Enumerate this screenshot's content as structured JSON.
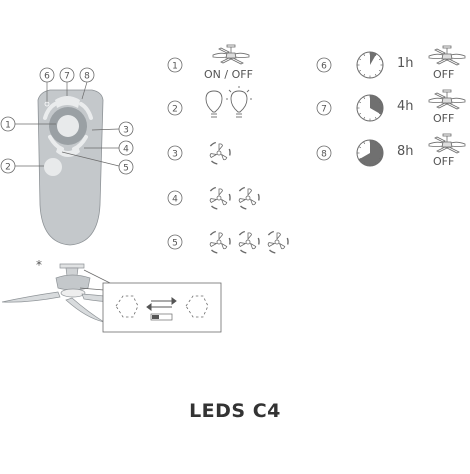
{
  "labels": {
    "on_off": "ON / OFF",
    "off": "OFF",
    "timer_1h": "1h",
    "timer_4h": "4h",
    "timer_8h": "8h",
    "asterisk": "*",
    "title": "LEDS C4"
  },
  "callouts": [
    "1",
    "2",
    "3",
    "4",
    "5",
    "6",
    "7",
    "8"
  ],
  "timers": [
    {
      "hours": 1,
      "fraction": 0.083
    },
    {
      "hours": 4,
      "fraction": 0.333
    },
    {
      "hours": 8,
      "fraction": 0.667
    }
  ],
  "speed_counts": [
    1,
    2,
    3
  ],
  "colors": {
    "remote_body": "#c4c8cb",
    "remote_dark": "#9aa0a4",
    "line": "#6b6b6b",
    "fill_dark": "#707070"
  }
}
